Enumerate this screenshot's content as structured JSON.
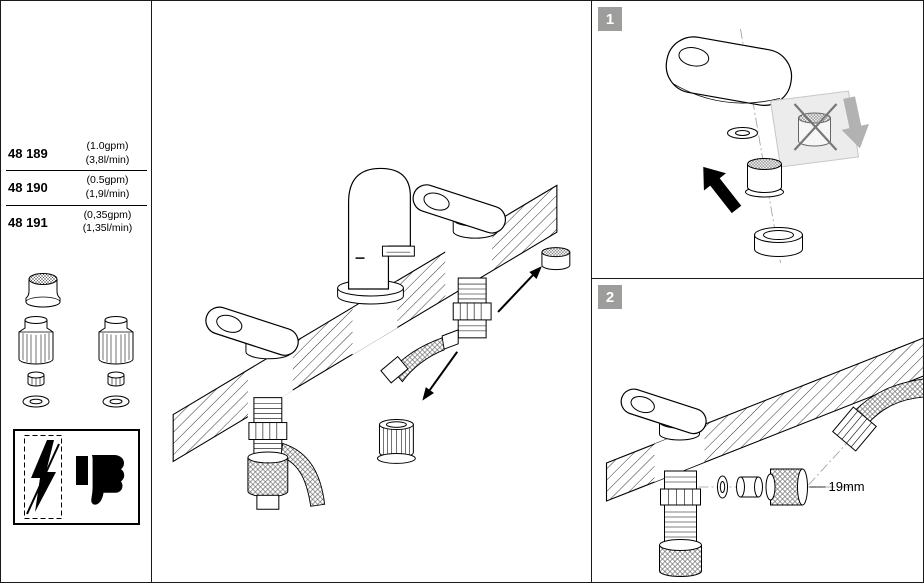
{
  "parts_table": {
    "rows": [
      {
        "part_number": "48 189",
        "flow_gpm": "(1.0gpm)",
        "flow_lmin": "(3,8l/min)"
      },
      {
        "part_number": "48 190",
        "flow_gpm": "(0.5gpm)",
        "flow_lmin": "(1,9l/min)"
      },
      {
        "part_number": "48 191",
        "flow_gpm": "(0,35gpm)",
        "flow_lmin": "(1,35l/min)"
      }
    ]
  },
  "steps": [
    {
      "badge": "1"
    },
    {
      "badge": "2",
      "dimension_label": "19mm"
    }
  ],
  "colors": {
    "background": "#ffffff",
    "line": "#000000",
    "badge_bg": "#9d9d9c",
    "badge_text": "#ffffff",
    "gray_arrow": "#b2b2b2"
  },
  "icons": {
    "left_panel": [
      "flow-restrictor",
      "coupling-nut",
      "coupling-nut",
      "nut",
      "nut",
      "washer",
      "washer",
      "no-electric-lightning",
      "thumbs-down"
    ],
    "step_1": [
      "handle-cap",
      "washer",
      "crossed-out-aerator",
      "discard-arrow",
      "install-arrow",
      "flow-restrictor",
      "ring-nut"
    ],
    "step_2": [
      "lever-handle",
      "countertop-cross-section",
      "threaded-shank",
      "washer",
      "check-valve",
      "adapter",
      "supply-hose"
    ]
  }
}
